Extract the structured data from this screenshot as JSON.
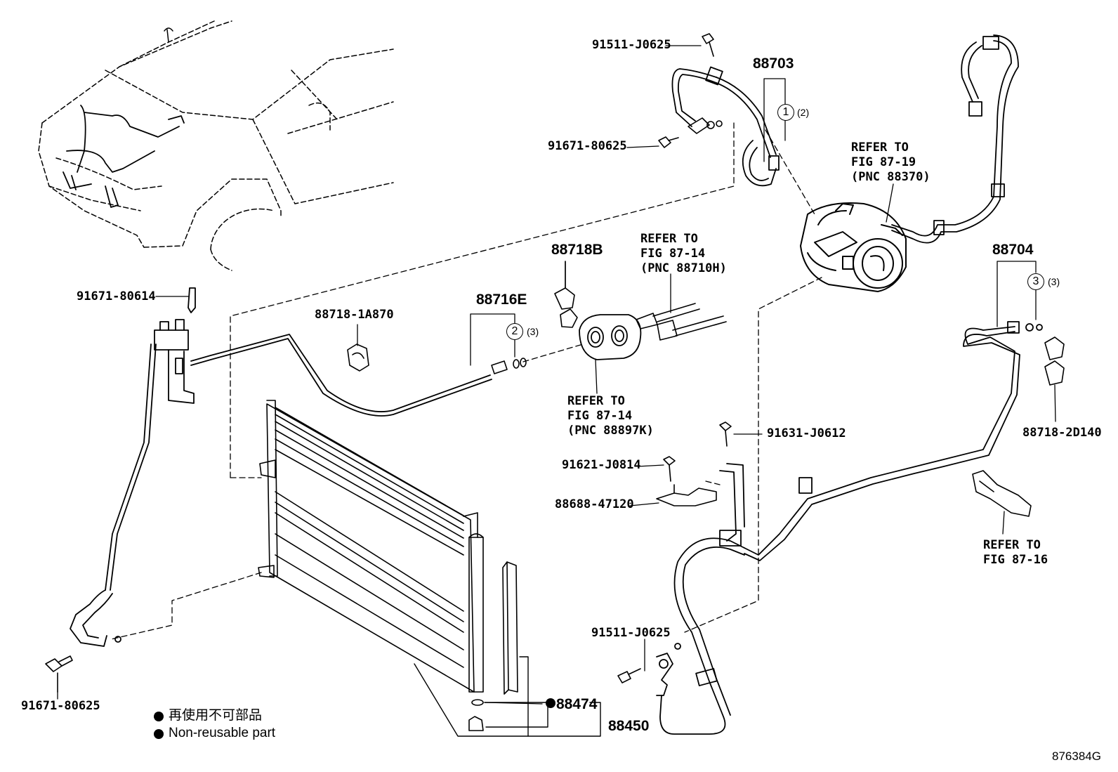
{
  "labels": {
    "p91511_top": "91511-J0625",
    "p91671_80625_top": "91671-80625",
    "p88703": "88703",
    "p88704": "88704",
    "p91671_80614": "91671-80614",
    "p88718_1A870": "88718-1A870",
    "p88716E": "88716E",
    "p88718B": "88718B",
    "p91631": "91631-J0612",
    "p91621": "91621-J0814",
    "p88688": "88688-47120",
    "p88718_2D140": "88718-2D140",
    "p91511_bottom": "91511-J0625",
    "p91671_80625_bottom": "91671-80625",
    "p88474": "88474",
    "p88450": "88450"
  },
  "refs": {
    "ref_87_19": [
      "REFER TO",
      "FIG 87-19",
      "(PNC 88370)"
    ],
    "ref_87_14_top": [
      "REFER TO",
      "FIG 87-14",
      "(PNC 88710H)"
    ],
    "ref_87_14_bottom": [
      "REFER TO",
      "FIG 87-14",
      "(PNC 88897K)"
    ],
    "ref_87_16": [
      "REFER TO",
      "FIG 87-16"
    ]
  },
  "callouts": {
    "c1_num": "1",
    "c1_qty": "(2)",
    "c2_num": "2",
    "c2_qty": "(3)",
    "c3_num": "3",
    "c3_qty": "(3)"
  },
  "legend": {
    "japanese": "再使用不可部品",
    "english": "Non-reusable part"
  },
  "figure_id": "876384G"
}
